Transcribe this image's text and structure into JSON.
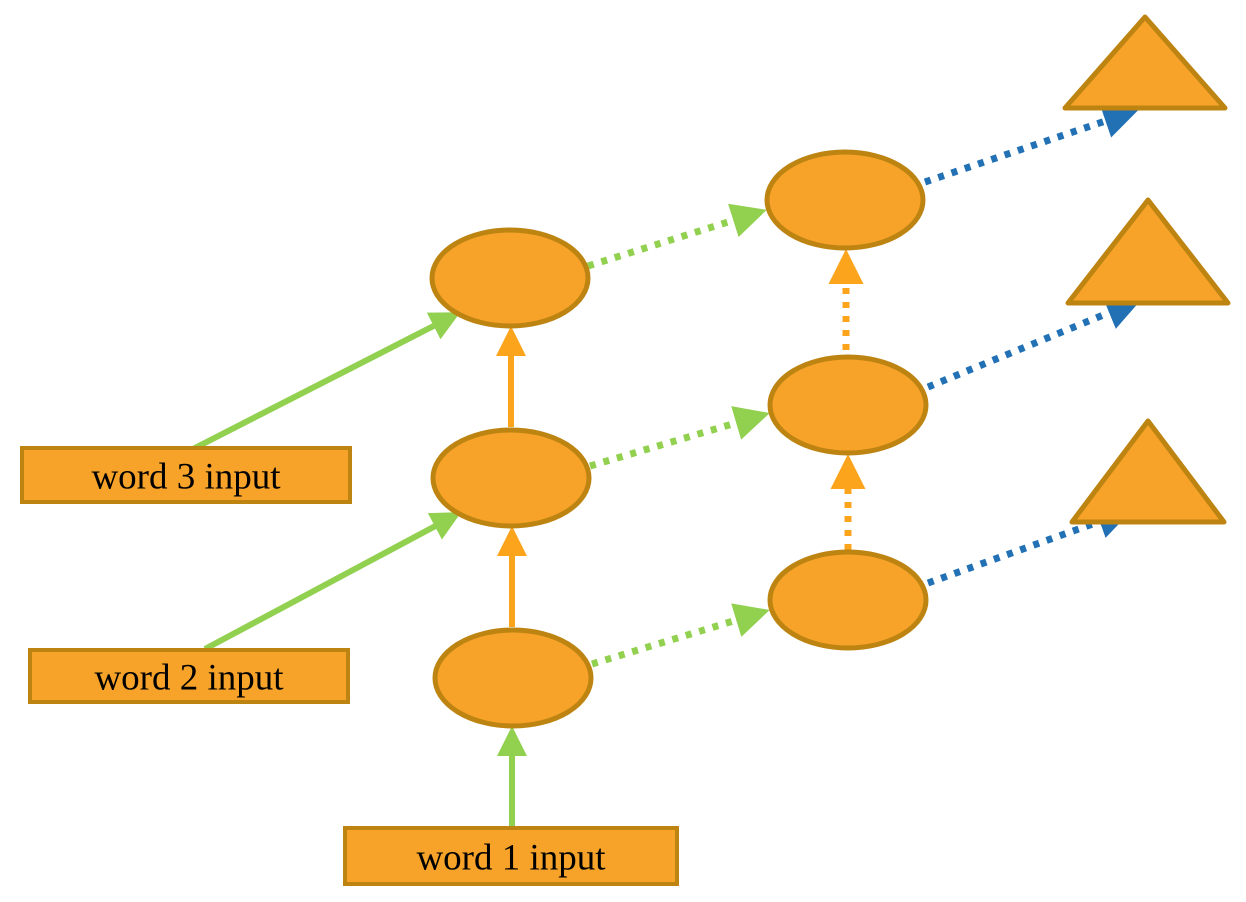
{
  "diagram": {
    "type": "unrolled-recurrent-network-flow",
    "labels": {
      "word1": "word 1 input",
      "word2": "word 2 input",
      "word3": "word 3 input"
    },
    "colors": {
      "background": "#FFFFFF",
      "shape_fill": "#F7A329",
      "shape_stroke": "#BD8411",
      "green_arrow": "#92D050",
      "orange_arrow": "#FCA41C",
      "blue_arrow": "#2271B5",
      "label_text": "#000000"
    }
  }
}
